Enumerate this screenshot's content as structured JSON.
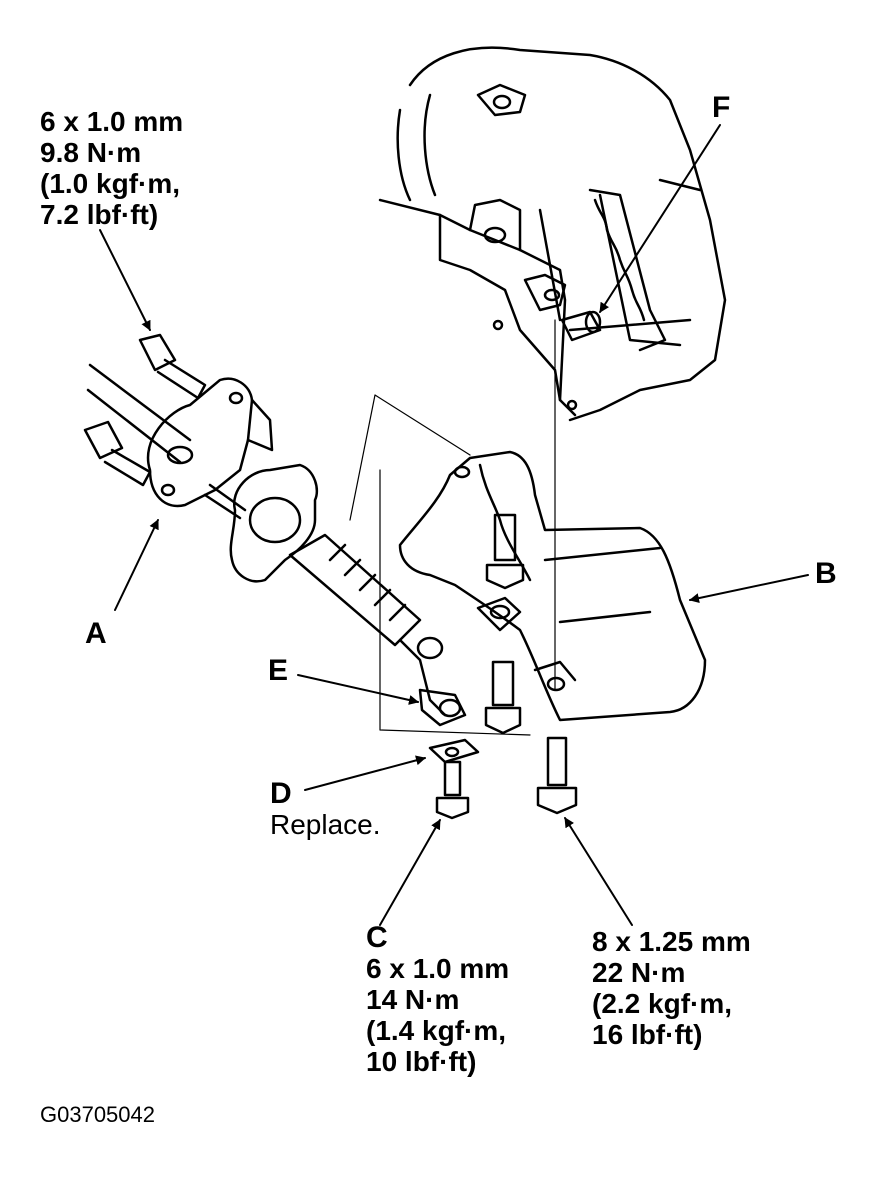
{
  "diagram": {
    "labels": {
      "A": "A",
      "B": "B",
      "C": "C",
      "D": "D",
      "E": "E",
      "F": "F"
    },
    "notes": {
      "d_note": "Replace."
    },
    "specs": {
      "bracket_bolts": {
        "size": "6 x 1.0 mm",
        "torque_nm": "9.8 N·m",
        "torque_kgf": "(1.0 kgf·m,",
        "torque_lbf": "7.2 lbf·ft)"
      },
      "bolt_c": {
        "size": "6 x 1.0 mm",
        "torque_nm": "14 N·m",
        "torque_kgf": "(1.4 kgf·m,",
        "torque_lbf": "10 lbf·ft)"
      },
      "mount_bolts": {
        "size": "8 x 1.25 mm",
        "torque_nm": "22 N·m",
        "torque_kgf": "(2.2 kgf·m,",
        "torque_lbf": "16 lbf·ft)"
      }
    },
    "figure_code": "G03705042",
    "colors": {
      "ink": "#000000",
      "paper": "#ffffff"
    }
  }
}
